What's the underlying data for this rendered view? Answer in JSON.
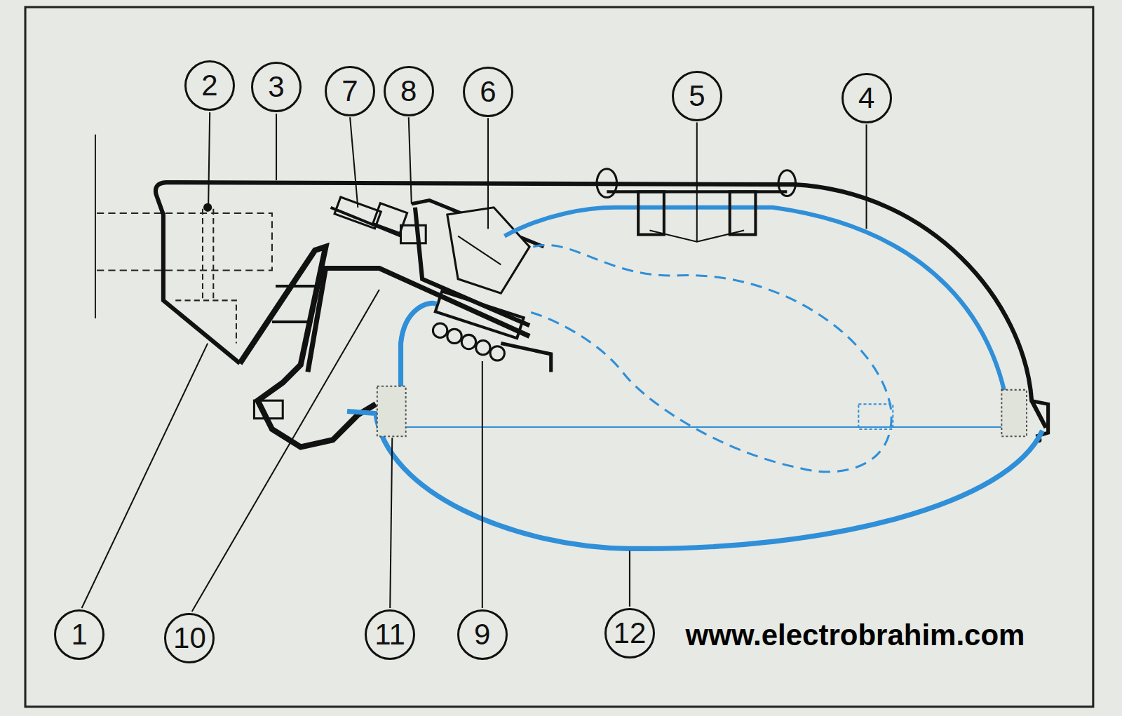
{
  "diagram": {
    "labels": [
      "2",
      "3",
      "7",
      "8",
      "6",
      "5",
      "4",
      "1",
      "10",
      "11",
      "9",
      "12",
      "www.electrobrahim.com"
    ]
  }
}
